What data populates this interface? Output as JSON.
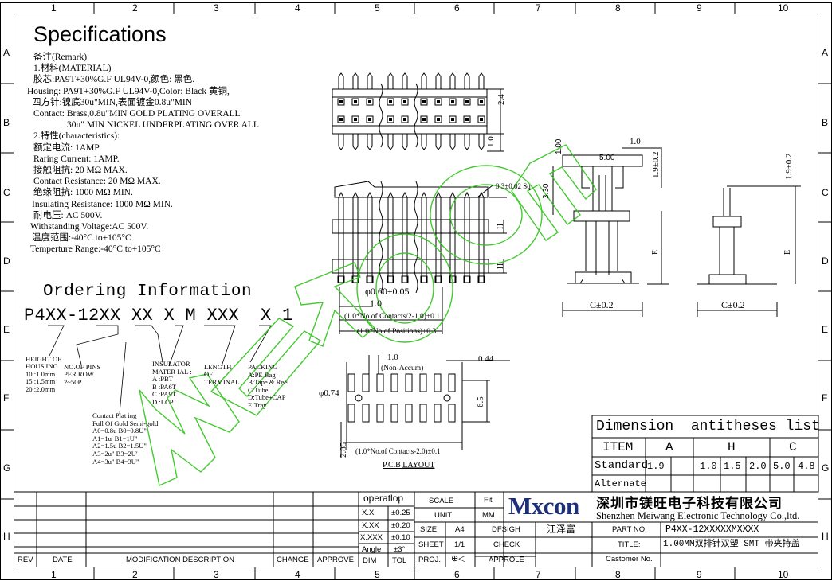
{
  "frame": {
    "columns": [
      "1",
      "2",
      "3",
      "4",
      "5",
      "6",
      "7",
      "8",
      "9",
      "10"
    ],
    "rows": [
      "A",
      "B",
      "C",
      "D",
      "E",
      "F",
      "G",
      "H"
    ]
  },
  "title": "Specifications",
  "remark": [
    "备注(Remark)",
    "1.材料(MATERIAL)",
    "胶芯:PA9T+30%G.F UL94V-0,颜色: 黑色.",
    "Housing: PA9T+30%G.F UL94V-0,Color: Black 黄铜,",
    "四方针:镍底30u\"MIN,表面镀金0.8u\"MIN",
    "Contact: Brass,0.8u\"MIN GOLD PLATING OVERALL",
    "30u\" MIN NICKEL UNDERPLATING OVER ALL",
    "2.特性(characteristics):",
    "额定电流: 1AMP",
    "Raring Current: 1AMP.",
    "接触阻抗: 20 MΩ MAX.",
    "Contact Resistance: 20 MΩ MAX.",
    "绝缘阻抗: 1000 MΩ MIN.",
    "Insulating Resistance: 1000 MΩ MIN.",
    "耐电压: AC 500V.",
    "Withstanding Voltage:AC 500V.",
    "温度范围:-40°C to+105°C",
    "Temperture Range:-40°C to+105°C"
  ],
  "ordering": {
    "heading": "Ordering Information",
    "code": "P4XX-12XX XX X M XXX  X 1",
    "height": [
      "HEIGHT OF",
      "HOUS ING",
      "10 :1.0mm",
      "15 :1.5mm",
      "20 :2.0mm"
    ],
    "pins": [
      "NO.OF PINS",
      "PER ROW",
      "2~50P"
    ],
    "insulator": [
      "INSULATOR",
      "MATER IAL :",
      "A :PBT",
      "B :PA6T",
      "C :PA9T",
      "D :LCP"
    ],
    "length": [
      "LENGTH",
      "OF",
      "TERMINAL"
    ],
    "packing": [
      "PACKING",
      "A:PE Bag",
      "B:Tape & Reel",
      "C:Tube",
      "D:Tube+CAP",
      "E:Tray"
    ],
    "plating": [
      "Contact Plat ing",
      "Full Of Gold Semi-gold",
      "A0=0.8u B0=0.8U\"",
      "A1=1u' B1=1U\"",
      "A2=1.5u B2=1.5U\"",
      "A3=2u\" B3=2U'",
      "A4=3u\" B4=3U\""
    ]
  },
  "dims": {
    "d24": "2.4",
    "d10": "1.0",
    "sq": "0.3±0.02 Sq",
    "H": "H",
    "phi060": "φ0.60±0.05",
    "p10": "1.0",
    "formula1": "(1.0*No.of Contacts/2-1.0)±0.1",
    "formula2": "(1.0*No.of Positions)±0.3",
    "side10": "1.0",
    "side500": "5.00",
    "side19": "1.9±0.2",
    "side100": "1.00",
    "side330": "3.30",
    "E": "E",
    "C": "C±0.2",
    "pcb10": "1.0",
    "nonaccum": "(Non-Accum)",
    "pcb044": "0.44",
    "phi074": "φ0.74",
    "pcb65": "6.5",
    "pcb285": "2.85",
    "formula3": "(1.0*No.of Contacts-2.0)±0.1",
    "pcb_layout": "P.C.B LAYOUT"
  },
  "dimtable": {
    "title": "Dimension  antitheses list",
    "headers": [
      "ITEM",
      "A",
      "H",
      "C"
    ],
    "standard_label": "Standard",
    "standard": [
      "1.9",
      "",
      "1.0",
      "1.5",
      "2.0",
      "5.0",
      "4.8"
    ],
    "alternate_label": "Alternate"
  },
  "titleblock": {
    "tol_header": "operatlop",
    "tol_rows": [
      [
        "X.X",
        "±0.25"
      ],
      [
        "X.XX",
        "±0.20"
      ],
      [
        "X.XXX",
        "±0.10"
      ],
      [
        "Angle",
        "±3°"
      ]
    ],
    "dim": "DIM",
    "tol": "TOL",
    "scale": "SCALE",
    "fit": "Fit",
    "unit": "UNIT",
    "mm": "MM",
    "size": "SIZE",
    "a4": "A4",
    "dfsigh": "DFSIGH",
    "designer": "江泽富",
    "sheet": "SHEET",
    "sheet_val": "1/1",
    "check": "CHECK",
    "proj": "PROJ.",
    "approle": "APPROLE",
    "logo": "Mxcon",
    "company_cn": "深圳市镁旺电子科技有限公司",
    "company_en": "Shenzhen Meiwang Electronic Technology Co.,ltd.",
    "part_no_label": "PART NO.",
    "part_no": "P4XX-12XXXXXMXXXX",
    "title_label": "TITLE:",
    "title": "1.00MM双排针双塑  SMT  带夹持盖",
    "customer_label": "Castomer No.",
    "rev_headers": [
      "REV",
      "DATE",
      "MODIFICATION DESCRIPTION",
      "CHANGE",
      "APPROVE"
    ]
  }
}
